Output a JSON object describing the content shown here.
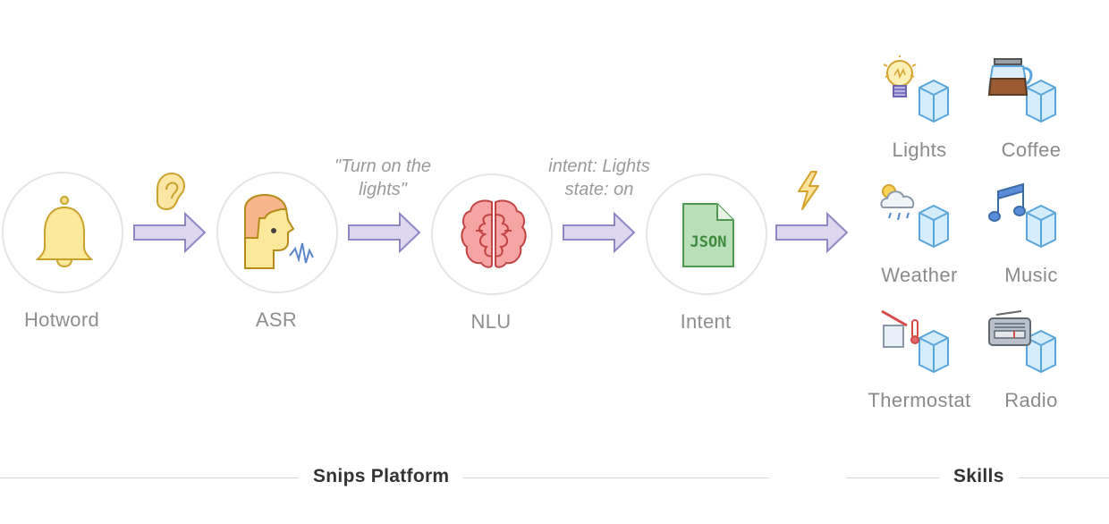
{
  "pipeline": {
    "hotword": {
      "label": "Hotword"
    },
    "asr": {
      "label": "ASR"
    },
    "nlu": {
      "label": "NLU"
    },
    "intent": {
      "label": "Intent",
      "file_text": "JSON"
    },
    "asr_output": "\"Turn on the\nlights\"",
    "nlu_output": "intent: Lights\nstate: on"
  },
  "skills": {
    "lights": "Lights",
    "coffee": "Coffee",
    "weather": "Weather",
    "music": "Music",
    "thermostat": "Thermostat",
    "radio": "Radio"
  },
  "footer": {
    "platform": "Snips Platform",
    "skills": "Skills"
  },
  "colors": {
    "arrow_fill": "#dcd6ef",
    "arrow_stroke": "#9286c3",
    "cube_fill": "#d4ecfb",
    "cube_stroke": "#5aa6dc"
  }
}
